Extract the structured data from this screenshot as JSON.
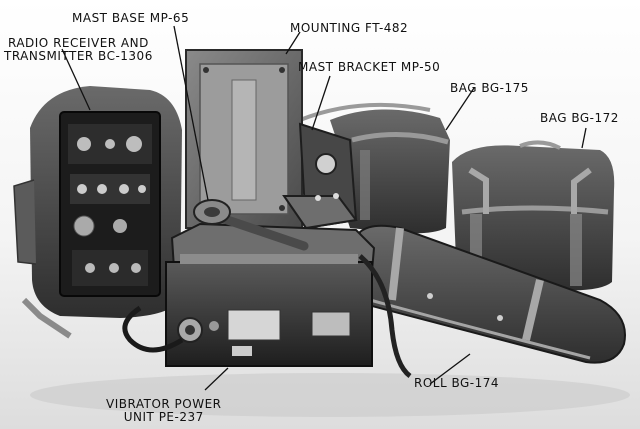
{
  "figure": {
    "background": "#f2f2f2",
    "ink": "#111111",
    "labels": {
      "mast_base": "MAST BASE MP-65",
      "mounting": "MOUNTING FT-482",
      "radio_line1": "RADIO RECEIVER AND",
      "radio_line2": "TRANSMITTER BC-1306",
      "mast_bracket": "MAST BRACKET MP-50",
      "bag_175": "BAG BG-175",
      "bag_172": "BAG BG-172",
      "roll_174": "ROLL BG-174",
      "vibrator_line1": "VIBRATOR POWER",
      "vibrator_line2": "UNIT PE-237"
    }
  }
}
